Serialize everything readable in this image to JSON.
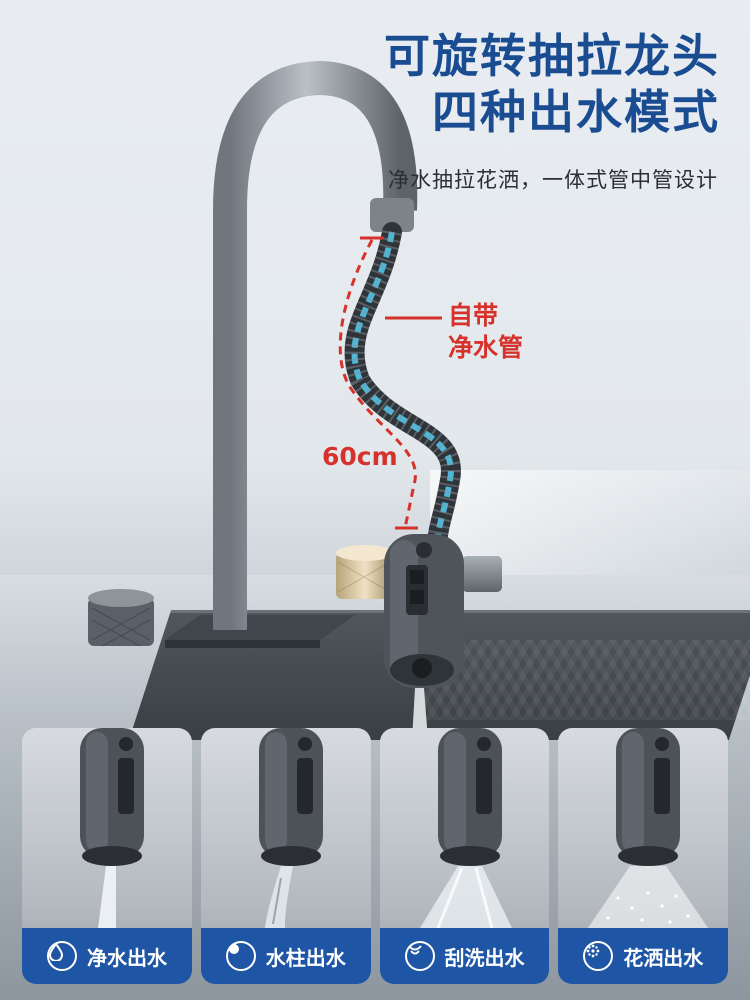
{
  "headline": {
    "line1": "可旋转抽拉龙头",
    "line2": "四种出水模式"
  },
  "subtitle": "净水抽拉花洒，一体式管中管设计",
  "callout": {
    "line1": "自带",
    "line2": "净水管"
  },
  "hose_length": "60cm",
  "colors": {
    "headline": "#1a4c92",
    "accent_red": "#d6322b",
    "mode_bar": "#1e55a5"
  },
  "modes": [
    {
      "label": "净水出水",
      "icon": "water-drop-icon"
    },
    {
      "label": "水柱出水",
      "icon": "dot-circle-icon"
    },
    {
      "label": "刮洗出水",
      "icon": "wave-icon"
    },
    {
      "label": "花洒出水",
      "icon": "spray-dots-icon"
    }
  ]
}
